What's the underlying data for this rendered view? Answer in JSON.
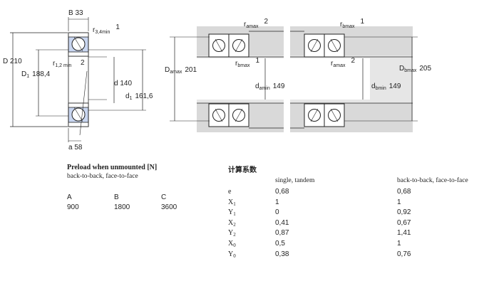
{
  "drawing": {
    "B": "B 33",
    "r34": "r",
    "r34_sub": "3,4min",
    "r34_num": "1",
    "r12": "r",
    "r12_sub": "1,2 min",
    "r12_num": "2",
    "D": "D 210",
    "D1": "D",
    "D1_sub": "1",
    "D1_val": "188,4",
    "d": "d 140",
    "d1": "d",
    "d1_sub": "1",
    "d1_val": "161,6",
    "a": "a 58",
    "ramax_top": "r",
    "ramax_top_sub": "amax",
    "ramax_top_num": "2",
    "rbmax_top": "r",
    "rbmax_top_sub": "bmax",
    "rbmax_top_num": "1",
    "Damax": "D",
    "Damax_sub": "amax",
    "Damax_val": "201",
    "rbmax_mid": "r",
    "rbmax_mid_sub": "bmax",
    "rbmax_mid_num": "1",
    "damin": "d",
    "damin_sub": "amin",
    "damin_val": "149",
    "ramax_mid": "r",
    "ramax_mid_sub": "amax",
    "ramax_mid_num": "2",
    "dbmin": "d",
    "dbmin_sub": "bmin",
    "dbmin_val": "149",
    "Dbmax": "D",
    "Dbmax_sub": "bmax",
    "Dbmax_val": "205"
  },
  "preload": {
    "title": "Preload when unmounted [N]",
    "subtitle": "back-to-back, face-to-face",
    "columns": [
      {
        "head": "A",
        "value": "900"
      },
      {
        "head": "B",
        "value": "1800"
      },
      {
        "head": "C",
        "value": "3600"
      }
    ]
  },
  "calc": {
    "title": "计算系数",
    "header_single": "single, tandem",
    "header_back": "back-to-back, face-to-face",
    "rows": [
      {
        "sym": "e",
        "sub": "",
        "single": "0,68",
        "back": "0,68"
      },
      {
        "sym": "X",
        "sub": "1",
        "single": "1",
        "back": "1"
      },
      {
        "sym": "Y",
        "sub": "1",
        "single": "0",
        "back": "0,92"
      },
      {
        "sym": "X",
        "sub": "2",
        "single": "0,41",
        "back": "0,67"
      },
      {
        "sym": "Y",
        "sub": "2",
        "single": "0,87",
        "back": "1,41"
      },
      {
        "sym": "X",
        "sub": "0",
        "single": "0,5",
        "back": "1"
      },
      {
        "sym": "Y",
        "sub": "0",
        "single": "0,38",
        "back": "0,76"
      }
    ]
  },
  "colors": {
    "line": "#222222",
    "bearing_fill": "#c9d6f0",
    "housing_fill": "#d9d9d9",
    "shaft_fill": "#e6e6e6"
  }
}
